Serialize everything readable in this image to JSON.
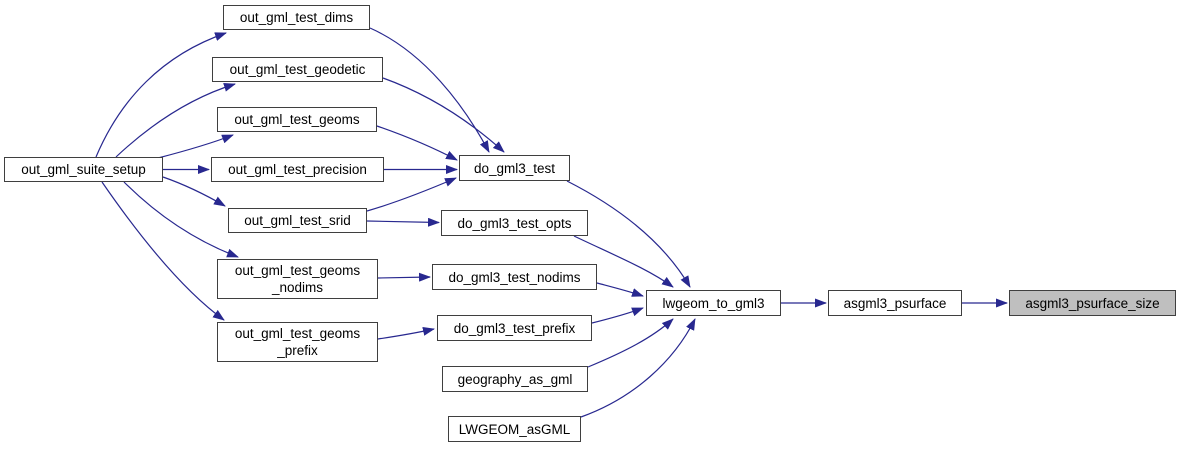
{
  "graph": {
    "kind": "doxygen-call-graph",
    "colors": {
      "edge": "#28288f",
      "node_border": "#3f3f3f",
      "node_fill": "#ffffff",
      "highlight_fill": "#bfbfbf",
      "text": "#000000",
      "background": "#ffffff"
    },
    "nodes": {
      "setup": {
        "label": "out_gml_suite_setup",
        "highlighted": false
      },
      "dims": {
        "label": "out_gml_test_dims",
        "highlighted": false
      },
      "geodetic": {
        "label": "out_gml_test_geodetic",
        "highlighted": false
      },
      "geoms": {
        "label": "out_gml_test_geoms",
        "highlighted": false
      },
      "precision": {
        "label": "out_gml_test_precision",
        "highlighted": false
      },
      "srid": {
        "label": "out_gml_test_srid",
        "highlighted": false
      },
      "geoms_nodims": {
        "label": "out_gml_test_geoms\n_nodims",
        "highlighted": false
      },
      "geoms_prefix": {
        "label": "out_gml_test_geoms\n_prefix",
        "highlighted": false
      },
      "do_test": {
        "label": "do_gml3_test",
        "highlighted": false
      },
      "do_opts": {
        "label": "do_gml3_test_opts",
        "highlighted": false
      },
      "do_nodims": {
        "label": "do_gml3_test_nodims",
        "highlighted": false
      },
      "do_prefix": {
        "label": "do_gml3_test_prefix",
        "highlighted": false
      },
      "geography": {
        "label": "geography_as_gml",
        "highlighted": false
      },
      "lwgeom_asgml": {
        "label": "LWGEOM_asGML",
        "highlighted": false
      },
      "lwgeom_to_gml3": {
        "label": "lwgeom_to_gml3",
        "highlighted": false
      },
      "psurface": {
        "label": "asgml3_psurface",
        "highlighted": false
      },
      "psurface_size": {
        "label": "asgml3_psurface_size",
        "highlighted": true
      }
    },
    "edges": [
      {
        "from": "out_gml_suite_setup",
        "to": "out_gml_test_dims"
      },
      {
        "from": "out_gml_suite_setup",
        "to": "out_gml_test_geodetic"
      },
      {
        "from": "out_gml_suite_setup",
        "to": "out_gml_test_geoms"
      },
      {
        "from": "out_gml_suite_setup",
        "to": "out_gml_test_precision"
      },
      {
        "from": "out_gml_suite_setup",
        "to": "out_gml_test_srid"
      },
      {
        "from": "out_gml_suite_setup",
        "to": "out_gml_test_geoms_nodims"
      },
      {
        "from": "out_gml_suite_setup",
        "to": "out_gml_test_geoms_prefix"
      },
      {
        "from": "out_gml_test_dims",
        "to": "do_gml3_test"
      },
      {
        "from": "out_gml_test_geodetic",
        "to": "do_gml3_test"
      },
      {
        "from": "out_gml_test_geoms",
        "to": "do_gml3_test"
      },
      {
        "from": "out_gml_test_precision",
        "to": "do_gml3_test"
      },
      {
        "from": "out_gml_test_srid",
        "to": "do_gml3_test"
      },
      {
        "from": "out_gml_test_srid",
        "to": "do_gml3_test_opts"
      },
      {
        "from": "out_gml_test_geoms_nodims",
        "to": "do_gml3_test_nodims"
      },
      {
        "from": "out_gml_test_geoms_prefix",
        "to": "do_gml3_test_prefix"
      },
      {
        "from": "do_gml3_test",
        "to": "lwgeom_to_gml3"
      },
      {
        "from": "do_gml3_test_opts",
        "to": "lwgeom_to_gml3"
      },
      {
        "from": "do_gml3_test_nodims",
        "to": "lwgeom_to_gml3"
      },
      {
        "from": "do_gml3_test_prefix",
        "to": "lwgeom_to_gml3"
      },
      {
        "from": "geography_as_gml",
        "to": "lwgeom_to_gml3"
      },
      {
        "from": "LWGEOM_asGML",
        "to": "lwgeom_to_gml3"
      },
      {
        "from": "lwgeom_to_gml3",
        "to": "asgml3_psurface"
      },
      {
        "from": "asgml3_psurface",
        "to": "asgml3_psurface_size"
      }
    ]
  }
}
